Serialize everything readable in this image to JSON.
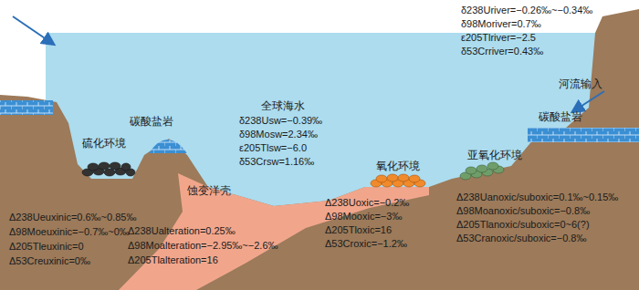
{
  "diagram": {
    "labels": [
      "δ238Uriver=−0.26‰~−0.34‰",
      "δ98Moriver=0.7‰",
      "ε205Tlriver=−2.5",
      "δ53Crriver=0.43‰",
      "河流输入",
      "全球海水",
      "δ238Usw=−0.39‰",
      "δ98Mosw=2.34‰",
      "ε205Tlsw=−6.0",
      "δ53Crsw=1.16‰",
      "碳酸盐岩",
      "硫化环境",
      "Δ238Ueuxinic=0.6‰~0.85‰",
      "Δ98Moeuxinic=−0.7‰~0‰",
      "Δ205Tleuxinic=0",
      "Δ53Creuxinic=0‰",
      "蚀变洋壳",
      "Δ238Ualteration=0.25‰",
      "Δ98Moalteration=−2.95‰~−2.6‰",
      "Δ205Tlalteration=16",
      "氧化环境",
      "Δ238Uoxic=−0.2‰",
      "Δ98Mooxic=−3‰",
      "Δ205Tloxic=16",
      "Δ53Croxic=−1.2‰",
      "碳酸盐岩",
      "亚氧化环境",
      "Δ238Uanoxic/suboxic=0.1‰~0.15‰",
      "Δ98Moanoxic/suboxic=−0.8‰",
      "Δ205Tlanoxic/suboxic=0~6(?)",
      "Δ53Cranoxic/suboxic=−0.8‰"
    ]
  }
}
